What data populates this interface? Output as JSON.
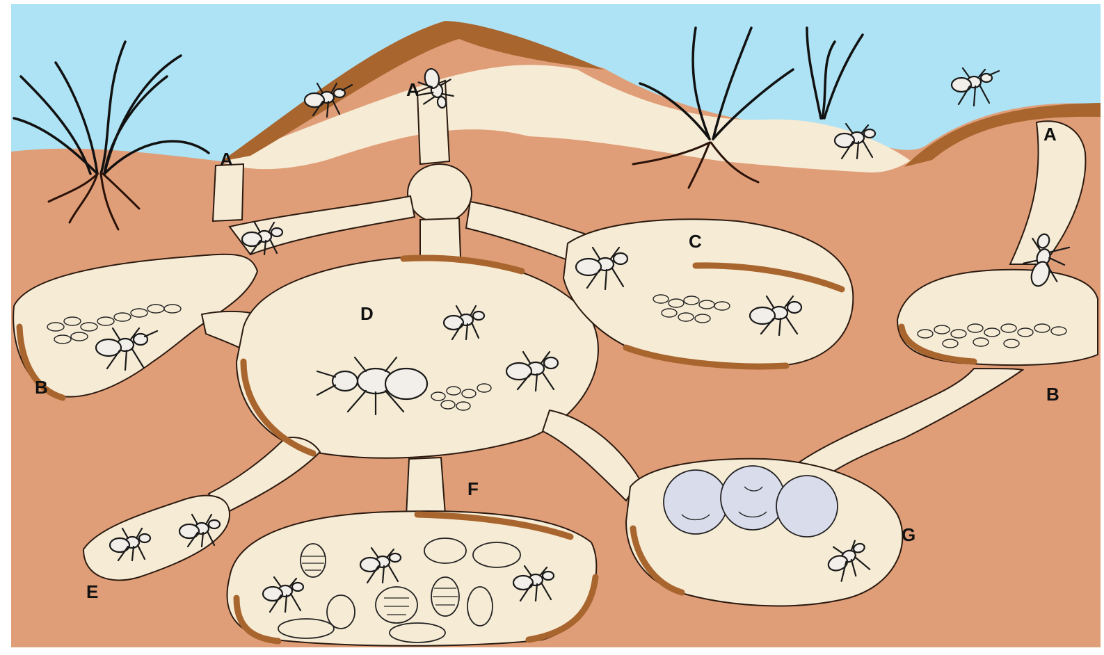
{
  "diagram": {
    "labels": {
      "entrance_left": "A",
      "entrance_top": "A",
      "entrance_right": "A",
      "storage_left": "B",
      "storage_right": "B",
      "chamber_c": "C",
      "chamber_d": "D",
      "chamber_e": "E",
      "chamber_f": "F",
      "chamber_g": "G"
    },
    "colors": {
      "sky": "#ADE3F4",
      "soil": "#E09E78",
      "crust": "#A9652E",
      "tunnel": "#F6EBD5",
      "outline": "#2b1a10"
    }
  }
}
